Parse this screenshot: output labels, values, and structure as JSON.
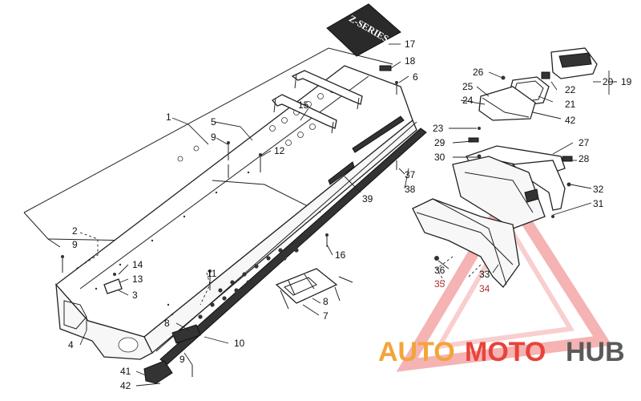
{
  "callouts": [
    "1",
    "2",
    "9",
    "3",
    "4",
    "5",
    "9",
    "6",
    "12",
    "13",
    "14",
    "15",
    "16",
    "17",
    "18",
    "11",
    "8",
    "7",
    "10",
    "8",
    "9",
    "41",
    "42",
    "19",
    "20",
    "21",
    "22",
    "23",
    "24",
    "25",
    "26",
    "27",
    "28",
    "29",
    "30",
    "31",
    "32",
    "33",
    "34",
    "35",
    "36",
    "37",
    "38",
    "39",
    "42"
  ],
  "decal_text": "Z-SERIES",
  "watermark": {
    "part1": "AUTO",
    "part2": "MOTO",
    "part3": "HUB",
    "colors": {
      "orange": "#f3a43a",
      "red": "#e8433a",
      "gray": "#5a5a5a"
    }
  }
}
